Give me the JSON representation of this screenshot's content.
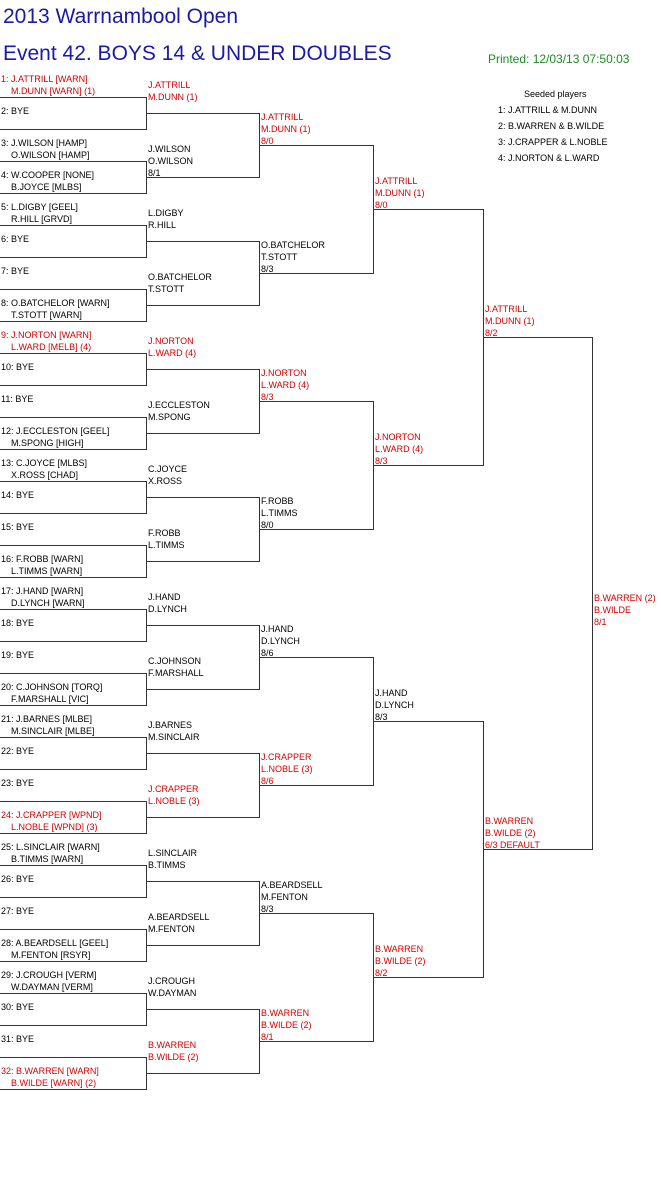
{
  "header": {
    "tournament": "2013 Warrnambool Open",
    "event": "Event 42. BOYS 14 & UNDER DOUBLES",
    "printed": "Printed: 12/03/13 07:50:03"
  },
  "seeded": {
    "title": "Seeded players",
    "items": [
      "1: J.ATTRILL & M.DUNN",
      "2: B.WARREN & B.WILDE",
      "3: J.CRAPPER & L.NOBLE",
      "4: J.NORTON & L.WARD"
    ]
  },
  "colors": {
    "title": "#1a1aa6",
    "printed": "#1f8a1f",
    "seed": "#d40000"
  },
  "draw": [
    {
      "l1": "1: J.ATTRILL [WARN]",
      "l2": "M.DUNN [WARN] (1)",
      "seed": true
    },
    {
      "l1": "2: BYE",
      "l2": "",
      "seed": false
    },
    {
      "l1": "3: J.WILSON [HAMP]",
      "l2": "O.WILSON [HAMP]",
      "seed": false
    },
    {
      "l1": "4: W.COOPER [NONE]",
      "l2": "B.JOYCE [MLBS]",
      "seed": false
    },
    {
      "l1": "5: L.DIGBY [GEEL]",
      "l2": "R.HILL [GRVD]",
      "seed": false
    },
    {
      "l1": "6: BYE",
      "l2": "",
      "seed": false
    },
    {
      "l1": "7: BYE",
      "l2": "",
      "seed": false
    },
    {
      "l1": "8: O.BATCHELOR [WARN]",
      "l2": "T.STOTT [WARN]",
      "seed": false
    },
    {
      "l1": "9: J.NORTON [WARN]",
      "l2": "L.WARD [MELB] (4)",
      "seed": true
    },
    {
      "l1": "10: BYE",
      "l2": "",
      "seed": false
    },
    {
      "l1": "11: BYE",
      "l2": "",
      "seed": false
    },
    {
      "l1": "12: J.ECCLESTON [GEEL]",
      "l2": "M.SPONG [HIGH]",
      "seed": false
    },
    {
      "l1": "13: C.JOYCE [MLBS]",
      "l2": "X.ROSS [CHAD]",
      "seed": false
    },
    {
      "l1": "14: BYE",
      "l2": "",
      "seed": false
    },
    {
      "l1": "15: BYE",
      "l2": "",
      "seed": false
    },
    {
      "l1": "16: F.ROBB [WARN]",
      "l2": "L.TIMMS [WARN]",
      "seed": false
    },
    {
      "l1": "17: J.HAND [WARN]",
      "l2": "D.LYNCH [WARN]",
      "seed": false
    },
    {
      "l1": "18: BYE",
      "l2": "",
      "seed": false
    },
    {
      "l1": "19: BYE",
      "l2": "",
      "seed": false
    },
    {
      "l1": "20: C.JOHNSON [TORQ]",
      "l2": "F.MARSHALL [VIC]",
      "seed": false
    },
    {
      "l1": "21: J.BARNES [MLBE]",
      "l2": "M.SINCLAIR [MLBE]",
      "seed": false
    },
    {
      "l1": "22: BYE",
      "l2": "",
      "seed": false
    },
    {
      "l1": "23: BYE",
      "l2": "",
      "seed": false
    },
    {
      "l1": "24: J.CRAPPER [WPND]",
      "l2": "L.NOBLE [WPND] (3)",
      "seed": true
    },
    {
      "l1": "25: L.SINCLAIR [WARN]",
      "l2": "B.TIMMS [WARN]",
      "seed": false
    },
    {
      "l1": "26: BYE",
      "l2": "",
      "seed": false
    },
    {
      "l1": "27: BYE",
      "l2": "",
      "seed": false
    },
    {
      "l1": "28: A.BEARDSELL [GEEL]",
      "l2": "M.FENTON [RSYR]",
      "seed": false
    },
    {
      "l1": "29: J.CROUGH [VERM]",
      "l2": "W.DAYMAN [VERM]",
      "seed": false
    },
    {
      "l1": "30: BYE",
      "l2": "",
      "seed": false
    },
    {
      "l1": "31: BYE",
      "l2": "",
      "seed": false
    },
    {
      "l1": "32: B.WARREN [WARN]",
      "l2": "B.WILDE [WARN] (2)",
      "seed": true
    }
  ],
  "rounds": [
    [
      {
        "l1": "J.ATTRILL",
        "l2": "M.DUNN (1)",
        "score": "",
        "seed": true
      },
      {
        "l1": "J.WILSON",
        "l2": "O.WILSON",
        "score": "8/1",
        "seed": false
      },
      {
        "l1": "L.DIGBY",
        "l2": "R.HILL",
        "score": "",
        "seed": false
      },
      {
        "l1": "O.BATCHELOR",
        "l2": "T.STOTT",
        "score": "",
        "seed": false
      },
      {
        "l1": "J.NORTON",
        "l2": "L.WARD (4)",
        "score": "",
        "seed": true
      },
      {
        "l1": "J.ECCLESTON",
        "l2": "M.SPONG",
        "score": "",
        "seed": false
      },
      {
        "l1": "C.JOYCE",
        "l2": "X.ROSS",
        "score": "",
        "seed": false
      },
      {
        "l1": "F.ROBB",
        "l2": "L.TIMMS",
        "score": "",
        "seed": false
      },
      {
        "l1": "J.HAND",
        "l2": "D.LYNCH",
        "score": "",
        "seed": false
      },
      {
        "l1": "C.JOHNSON",
        "l2": "F.MARSHALL",
        "score": "",
        "seed": false
      },
      {
        "l1": "J.BARNES",
        "l2": "M.SINCLAIR",
        "score": "",
        "seed": false
      },
      {
        "l1": "J.CRAPPER",
        "l2": "L.NOBLE (3)",
        "score": "",
        "seed": true
      },
      {
        "l1": "L.SINCLAIR",
        "l2": "B.TIMMS",
        "score": "",
        "seed": false
      },
      {
        "l1": "A.BEARDSELL",
        "l2": "M.FENTON",
        "score": "",
        "seed": false
      },
      {
        "l1": "J.CROUGH",
        "l2": "W.DAYMAN",
        "score": "",
        "seed": false
      },
      {
        "l1": "B.WARREN",
        "l2": "B.WILDE (2)",
        "score": "",
        "seed": true
      }
    ],
    [
      {
        "l1": "J.ATTRILL",
        "l2": "M.DUNN (1)",
        "score": "8/0",
        "seed": true
      },
      {
        "l1": "O.BATCHELOR",
        "l2": "T.STOTT",
        "score": "8/3",
        "seed": false
      },
      {
        "l1": "J.NORTON",
        "l2": "L.WARD (4)",
        "score": "8/3",
        "seed": true
      },
      {
        "l1": "F.ROBB",
        "l2": "L.TIMMS",
        "score": "8/0",
        "seed": false
      },
      {
        "l1": "J.HAND",
        "l2": "D.LYNCH",
        "score": "8/6",
        "seed": false
      },
      {
        "l1": "J.CRAPPER",
        "l2": "L.NOBLE (3)",
        "score": "8/6",
        "seed": true
      },
      {
        "l1": "A.BEARDSELL",
        "l2": "M.FENTON",
        "score": "8/3",
        "seed": false
      },
      {
        "l1": "B.WARREN",
        "l2": "B.WILDE (2)",
        "score": "8/1",
        "seed": true
      }
    ],
    [
      {
        "l1": "J.ATTRILL",
        "l2": "M.DUNN (1)",
        "score": "8/0",
        "seed": true
      },
      {
        "l1": "J.NORTON",
        "l2": "L.WARD (4)",
        "score": "8/3",
        "seed": true
      },
      {
        "l1": "J.HAND",
        "l2": "D.LYNCH",
        "score": "8/3",
        "seed": false
      },
      {
        "l1": "B.WARREN",
        "l2": "B.WILDE (2)",
        "score": "8/2",
        "seed": true
      }
    ],
    [
      {
        "l1": "J.ATTRILL",
        "l2": "M.DUNN (1)",
        "score": "8/2",
        "seed": true
      },
      {
        "l1": "B.WARREN",
        "l2": "B.WILDE (2)",
        "score": "6/3 DEFAULT",
        "seed": true
      }
    ],
    [
      {
        "l1": "B.WARREN (2)",
        "l2": "B.WILDE",
        "score": "8/1",
        "seed": true
      }
    ]
  ]
}
